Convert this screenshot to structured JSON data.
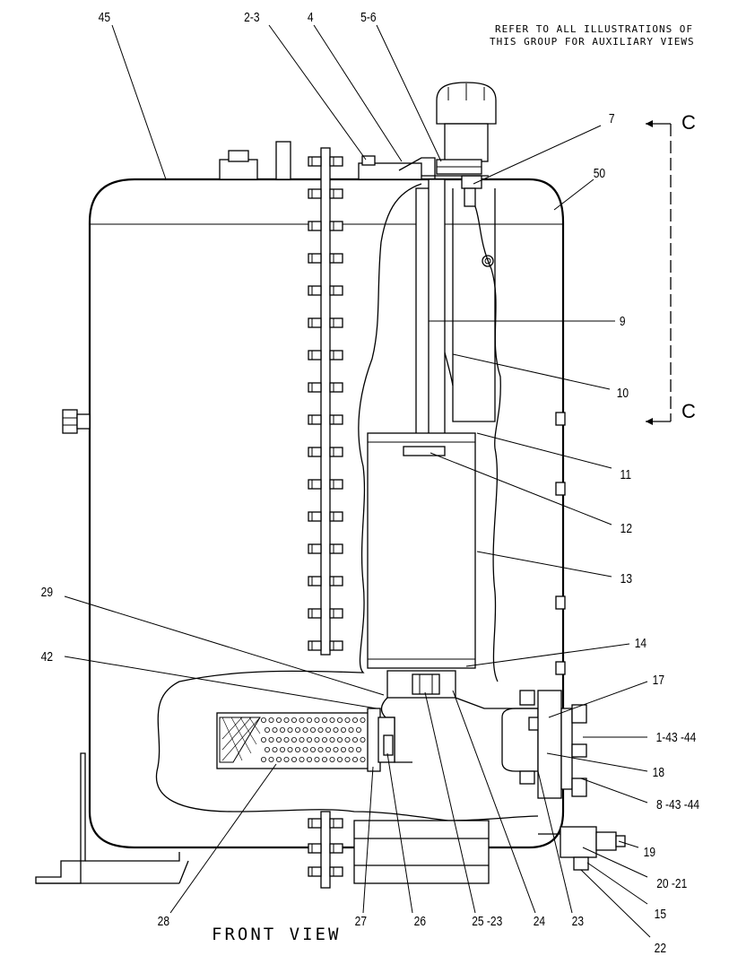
{
  "note": {
    "line1": "REFER TO ALL ILLUSTRATIONS OF",
    "line2": "THIS GROUP FOR AUXILIARY VIEWS"
  },
  "view_title": "FRONT VIEW",
  "section": {
    "top": "C",
    "bottom": "C"
  },
  "callouts": {
    "c45": "45",
    "c2_3": "2-3",
    "c4": "4",
    "c5_6": "5-6",
    "c7": "7",
    "c50": "50",
    "c9": "9",
    "c10": "10",
    "c11": "11",
    "c12": "12",
    "c13": "13",
    "c14": "14",
    "c29": "29",
    "c42": "42",
    "c17": "17",
    "c1_43_44": "1-43 -44",
    "c18": "18",
    "c8_43_44": "8 -43 -44",
    "c19": "19",
    "c20_21": "20 -21",
    "c15": "15",
    "c22": "22",
    "c28": "28",
    "c27": "27",
    "c26": "26",
    "c25_23": "25 -23",
    "c24": "24",
    "c23": "23"
  }
}
